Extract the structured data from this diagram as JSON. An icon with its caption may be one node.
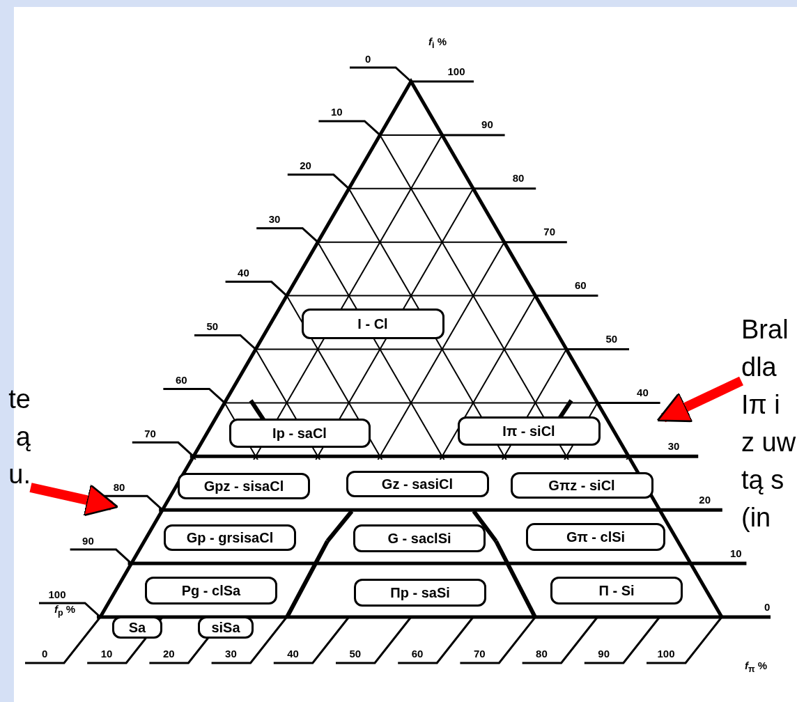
{
  "diagram": {
    "nodes": [
      {
        "text": [
          "I - Cl"
        ]
      },
      {
        "text": [
          "Ip - saCl"
        ]
      },
      {
        "text": [
          "Iπ - siCl"
        ]
      },
      {
        "text": [
          "Gpz - sisaCl"
        ]
      },
      {
        "text": [
          "Gz - sasiCl"
        ]
      },
      {
        "text": [
          "Gπz - siCl"
        ]
      },
      {
        "text": [
          "Gp - grsisaCl"
        ]
      },
      {
        "text": [
          "G - saclSi"
        ]
      },
      {
        "text": [
          "Gπ - clSi"
        ]
      },
      {
        "text": [
          "Pg - clSa"
        ]
      },
      {
        "text": [
          "Πp - saSi"
        ]
      },
      {
        "text": [
          "Π - Si"
        ]
      },
      {
        "text": [
          "Sa"
        ]
      },
      {
        "text": [
          "siSa"
        ]
      },
      {
        "text": [
          "te ą u."
        ]
      },
      {
        "text": [
          "Bral dla Iπ i z uw tą s (in"
        ]
      }
    ],
    "edges": [
      {
        "from": 14,
        "to": null,
        "arrow": "to",
        "color": "#ff0000"
      },
      {
        "from": 15,
        "to": null,
        "arrow": "to",
        "color": "#ff0000"
      }
    ],
    "labels": [
      "*f*$_{i}$ %",
      "0",
      "10",
      "20",
      "30",
      "40",
      "50",
      "60",
      "70",
      "80",
      "90",
      "100",
      "100",
      "90",
      "80",
      "70",
      "60",
      "50",
      "40",
      "30",
      "20",
      "10",
      "0",
      "*f*$_{p}$ %",
      "0",
      "10",
      "20",
      "30",
      "40",
      "50",
      "60",
      "70",
      "80",
      "90",
      "100",
      "*f*$_{π}$ %"
    ]
  }
}
